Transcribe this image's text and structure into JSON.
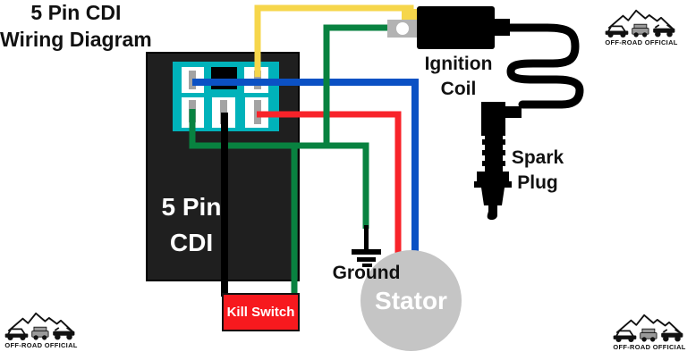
{
  "title": {
    "line1": "5 Pin CDI",
    "line2": "Wiring Diagram"
  },
  "cdi": {
    "line1": "5 Pin",
    "line2": "CDI"
  },
  "ignition_coil": {
    "line1": "Ignition",
    "line2": "Coil"
  },
  "spark_plug": {
    "line1": "Spark",
    "line2": "Plug"
  },
  "ground": {
    "label": "Ground"
  },
  "stator": {
    "label": "Stator"
  },
  "kill_switch": {
    "label": "Kill Switch"
  },
  "logo": {
    "label": "OFF-ROAD OFFICIAL"
  },
  "colors": {
    "wire_yellow": "#F6D64B",
    "wire_blue": "#0B51C4",
    "wire_red": "#F8232A",
    "wire_green": "#088240",
    "wire_black": "#000000",
    "connector_teal": "#00B2BA",
    "cdi_body": "#1F1F1F",
    "stator_gray": "#C5C5C5",
    "kill_switch_red": "#F7191E",
    "pin_gray": "#A3A3A3",
    "bracket_gray": "#B3B3B3"
  }
}
